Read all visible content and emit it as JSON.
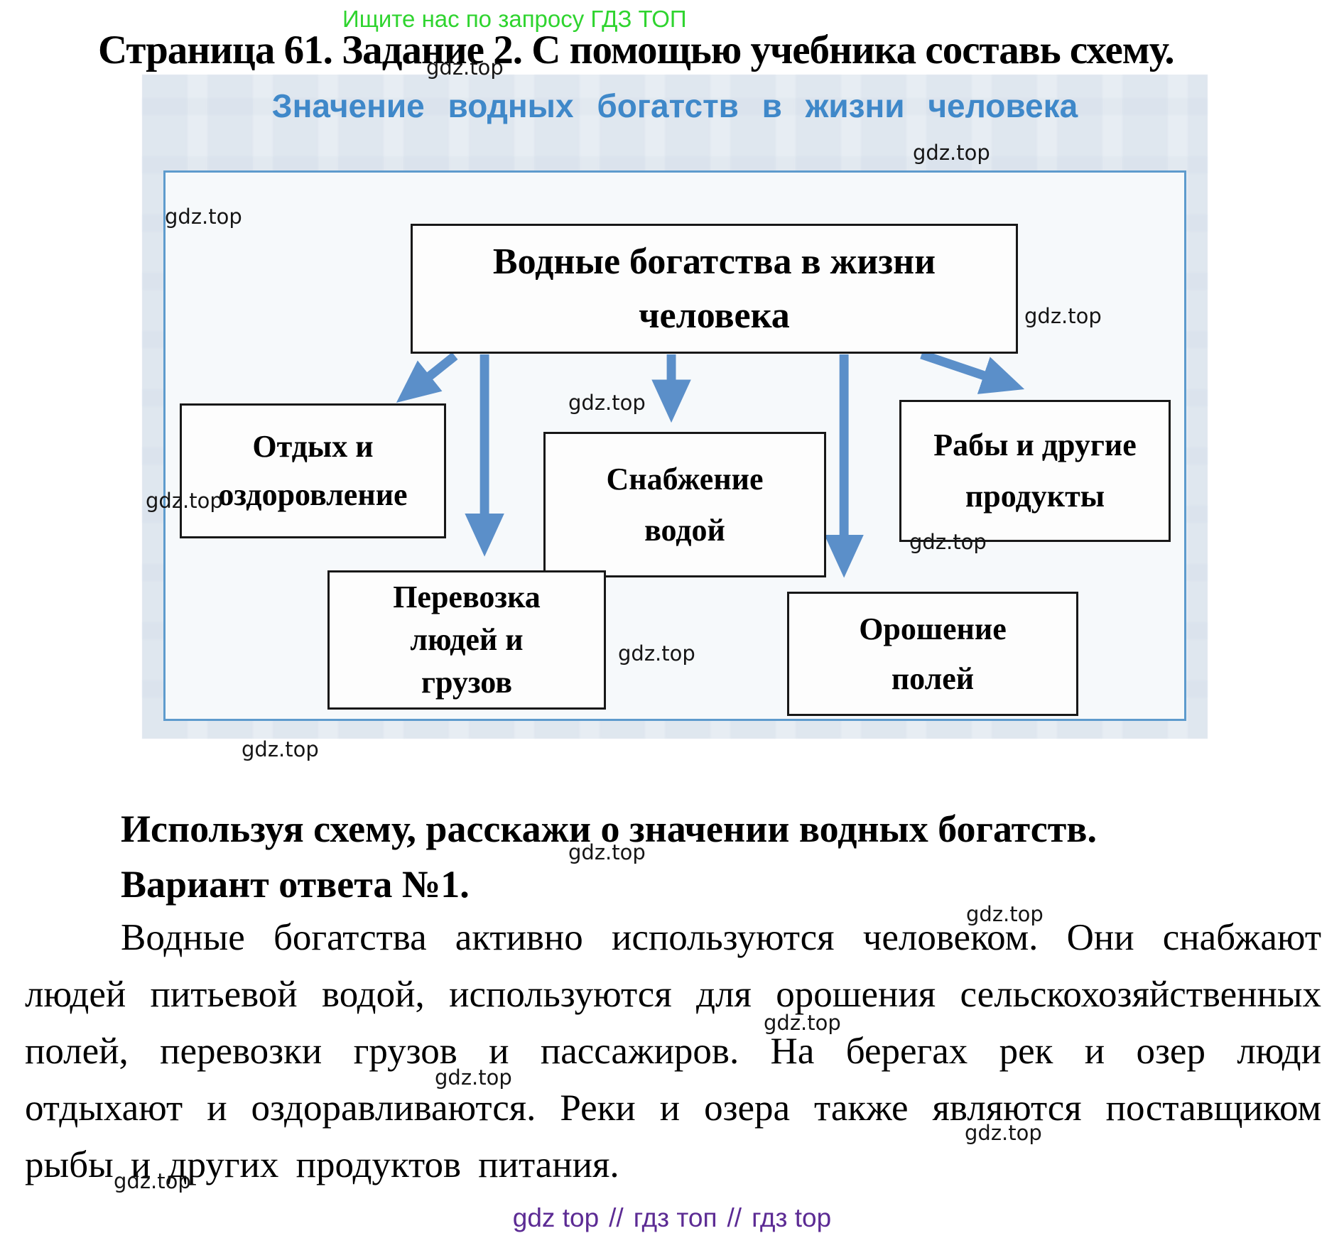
{
  "page": {
    "promo_banner": "Ищите нас по запросу ГДЗ ТОП",
    "title": "Страница 61. Задание 2. С помощью учебника составь схему.",
    "instruction": "Используя схему, расскажи о значении водных богатств.",
    "answer_variant": "Вариант ответа №1.",
    "answer_text": "Водные богатства активно используются человеком. Они снабжают людей питьевой водой, используются для орошения сельскохозяйственных полей, перевозки грузов и пассажиров. На берегах рек и озер люди отдыхают и оздоравливаются. Реки и озера также являются поставщиком рыбы и других продуктов питания."
  },
  "watermark": {
    "text": "gdz.top"
  },
  "diagram": {
    "title": "Значение водных богатств в жизни человека",
    "root_label": "Водные богатства в жизни\nчеловека",
    "boxes": [
      {
        "label": "Отдых и\nоздоровление"
      },
      {
        "label": "Снабжение\nводой"
      },
      {
        "label": "Рабы и другие\nпродукты"
      },
      {
        "label": "Перевозка\nлюдей и\nгрузов"
      },
      {
        "label": "Орошение\nполей"
      }
    ]
  },
  "footer": {
    "parts": [
      "gdz top",
      "гдз топ",
      "гдз top"
    ],
    "separator": "//"
  },
  "colors": {
    "promo_green": "#2fd42f",
    "diagram_title_blue": "#3f88c9",
    "arrow_blue": "#5b8fc9",
    "diagram_border_blue": "#5e9bcd",
    "footer_purple": "#5c2b94"
  }
}
